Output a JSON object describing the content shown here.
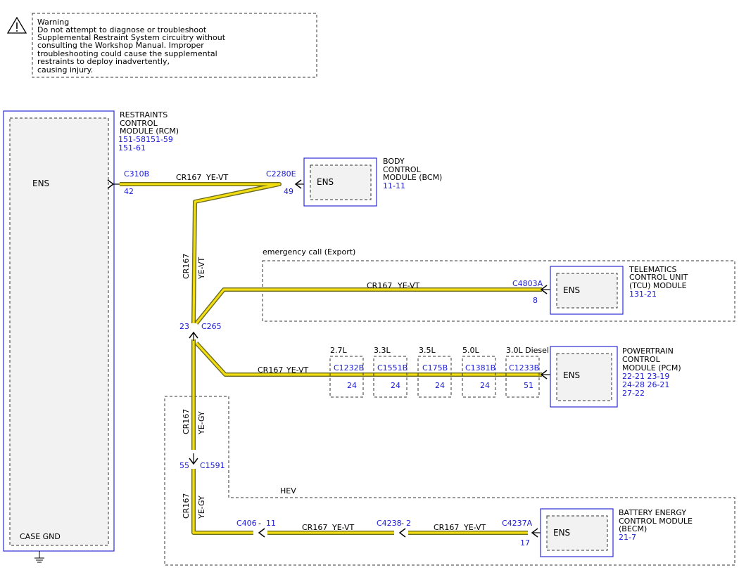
{
  "warning": {
    "lines": [
      "Warning",
      "Do not attempt to diagnose or troubleshoot",
      "Supplemental Restraint System circuitry without",
      "consulting the Workshop Manual. Improper",
      "troubleshooting could cause the supplemental",
      "restraints to deploy inadvertently,",
      "causing injury."
    ],
    "icon": "warning-triangle-icon"
  },
  "modules": {
    "rcm": {
      "name_lines": [
        "RESTRAINTS",
        "CONTROL",
        "MODULE (RCM)"
      ],
      "refs": [
        "151-58151-59",
        "151-61"
      ],
      "ens": "ENS",
      "ground": "CASE GND"
    },
    "bcm": {
      "name_lines": [
        "BODY",
        "CONTROL",
        "MODULE (BCM)"
      ],
      "refs": [
        "11-11"
      ],
      "ens": "ENS"
    },
    "tcu": {
      "name_lines": [
        "TELEMATICS",
        "CONTROL UNIT",
        "(TCU) MODULE"
      ],
      "refs": [
        "131-21"
      ],
      "ens": "ENS"
    },
    "pcm": {
      "name_lines": [
        "POWERTRAIN",
        "CONTROL",
        "MODULE (PCM)"
      ],
      "refs": [
        "22-21 23-19",
        "24-28 26-21",
        "27-22"
      ],
      "ens": "ENS"
    },
    "becm": {
      "name_lines": [
        "BATTERY ENERGY",
        "CONTROL MODULE",
        "(BECM)"
      ],
      "refs": [
        "21-7"
      ],
      "ens": "ENS"
    }
  },
  "regions": {
    "emergency": "emergency call (Export)",
    "hev": "HEV"
  },
  "connectors": {
    "c310b": {
      "name": "C310B",
      "pin": "42"
    },
    "c2280e": {
      "name": "C2280E",
      "pin": "49"
    },
    "c4803a": {
      "name": "C4803A",
      "pin": "8"
    },
    "c265": {
      "name": "C265",
      "pin": "23"
    },
    "c1591": {
      "name": "C1591",
      "pin": "55"
    },
    "c406": {
      "name": "C406",
      "pin": "11"
    },
    "c4238": {
      "name": "C4238",
      "pin": "2"
    },
    "c4237a": {
      "name": "C4237A",
      "pin": "17"
    }
  },
  "variants": [
    {
      "engine": "2.7L",
      "connector": "C1232B",
      "pin": "24"
    },
    {
      "engine": "3.3L",
      "connector": "C1551B",
      "pin": "24"
    },
    {
      "engine": "3.5L",
      "connector": "C175B",
      "pin": "24"
    },
    {
      "engine": "5.0L",
      "connector": "C1381B",
      "pin": "24"
    },
    {
      "engine": "3.0L Diesel",
      "connector": "C1233B",
      "pin": "51"
    }
  ],
  "wires": {
    "cr167": "CR167",
    "ye_vt": "YE-VT",
    "ye_gy": "YE-GY"
  },
  "colors": {
    "wire": "#f2de10",
    "wire_edge": "#6a6a20",
    "module_border": "#2b2bd6",
    "label_blue": "#1a1ad6"
  }
}
